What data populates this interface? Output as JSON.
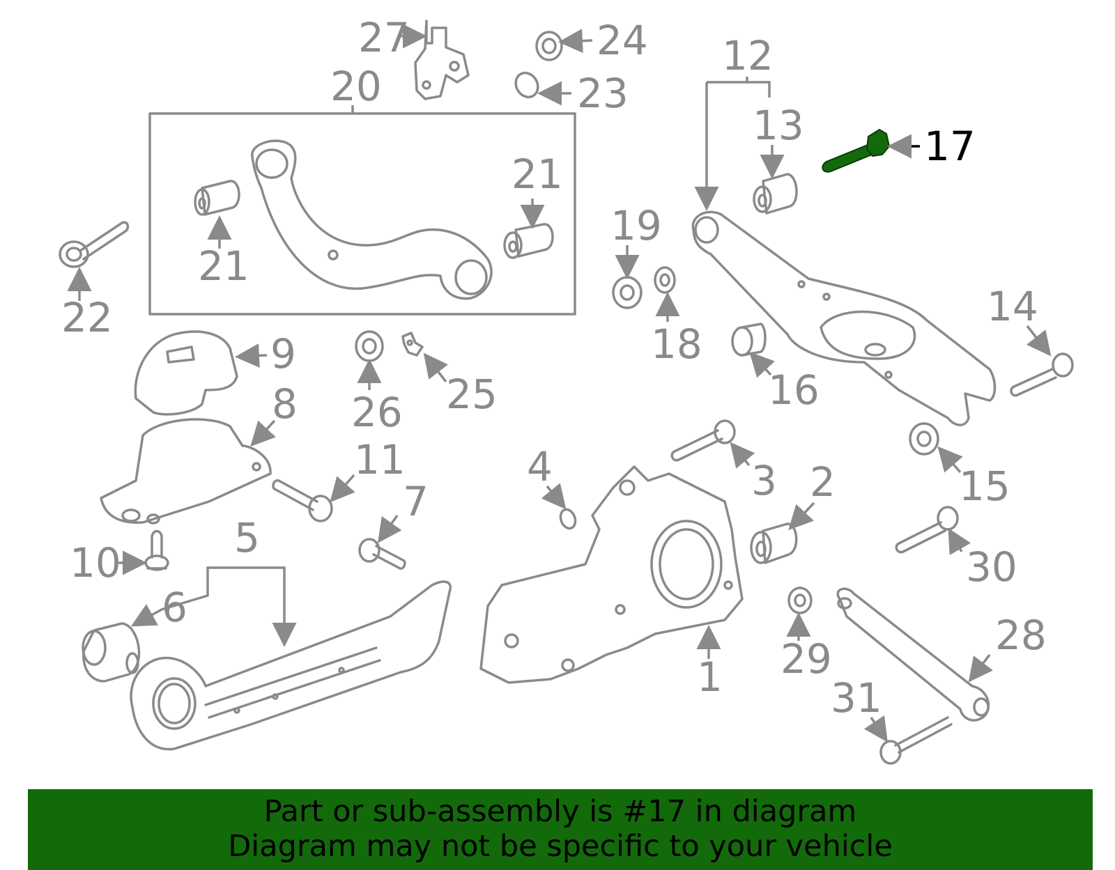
{
  "highlight_color": "#136a0b",
  "part_color": "#8a8a8a",
  "callouts": [
    "1",
    "2",
    "3",
    "4",
    "5",
    "6",
    "7",
    "8",
    "9",
    "10",
    "11",
    "12",
    "13",
    "14",
    "15",
    "16",
    "17",
    "18",
    "19",
    "20",
    "21",
    "21",
    "22",
    "23",
    "24",
    "25",
    "26",
    "27",
    "28",
    "29",
    "30",
    "31"
  ],
  "highlighted_part": "17",
  "banner": {
    "line1": "Part or sub-assembly is #17 in diagram",
    "line2": "Diagram may not be specific to your vehicle"
  }
}
